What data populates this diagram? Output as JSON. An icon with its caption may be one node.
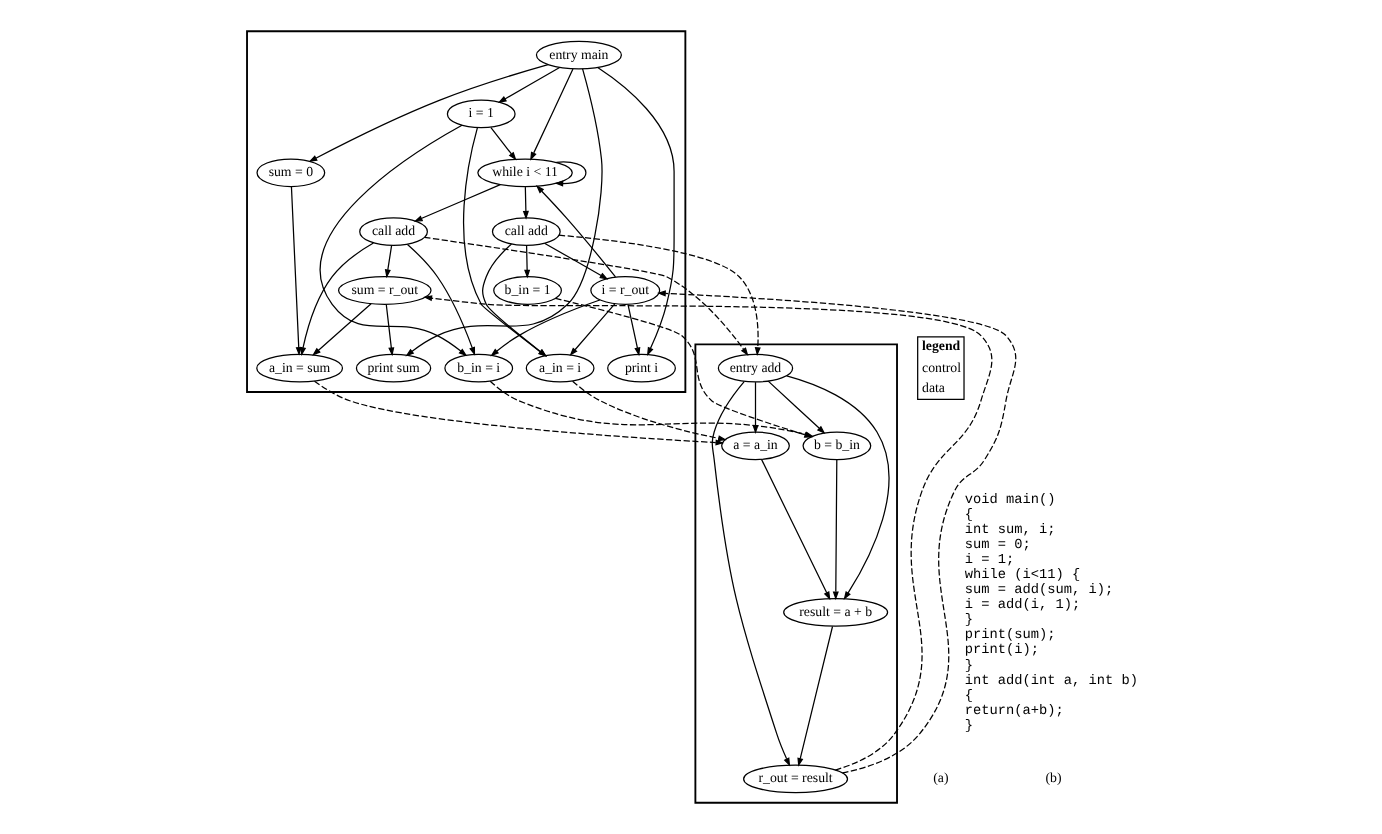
{
  "diagram": {
    "nodes": [
      {
        "text": [],
        "shape": "box"
      },
      {
        "text": [
          "entry main"
        ],
        "in": 0
      },
      {
        "text": [
          "sum = 0"
        ],
        "in": 0
      },
      {
        "text": [
          "i = 1"
        ],
        "in": 0
      },
      {
        "text": [
          "while i < 11"
        ],
        "in": 0
      },
      {
        "text": [
          "print sum"
        ],
        "in": 0
      },
      {
        "text": [
          "print i"
        ],
        "in": 0
      },
      {
        "text": [
          "call add"
        ],
        "in": 0
      },
      {
        "text": [
          "call add"
        ],
        "in": 0
      },
      {
        "text": [
          "a_in = sum"
        ],
        "in": 0
      },
      {
        "text": [
          "b_in = i"
        ],
        "in": 0
      },
      {
        "text": [
          "sum = r_out"
        ],
        "in": 0
      },
      {
        "text": [
          "a_in = i"
        ],
        "in": 0
      },
      {
        "text": [
          "b_in = 1"
        ],
        "in": 0
      },
      {
        "text": [
          "i = r_out"
        ],
        "in": 0
      },
      {
        "text": [],
        "shape": "box"
      },
      {
        "text": [
          "entry add"
        ],
        "in": 15
      },
      {
        "text": [
          "a = a_in"
        ],
        "in": 15
      },
      {
        "text": [
          "b = b_in"
        ],
        "in": 15
      },
      {
        "text": [
          "r_out = result"
        ],
        "in": 15
      },
      {
        "text": [
          "result = a + b"
        ],
        "in": 15
      }
    ],
    "edges": [
      {
        "from": 1,
        "to": 2,
        "arrow": "to"
      },
      {
        "from": 1,
        "to": 3,
        "arrow": "to"
      },
      {
        "from": 1,
        "to": 4,
        "arrow": "to"
      },
      {
        "from": 1,
        "to": 5,
        "arrow": "to"
      },
      {
        "from": 1,
        "to": 6,
        "arrow": "to"
      },
      {
        "from": 4,
        "to": 4,
        "arrow": "to"
      },
      {
        "from": 4,
        "to": 7,
        "arrow": "to"
      },
      {
        "from": 4,
        "to": 8,
        "arrow": "to"
      },
      {
        "from": 7,
        "to": 9,
        "arrow": "to"
      },
      {
        "from": 7,
        "to": 10,
        "arrow": "to"
      },
      {
        "from": 7,
        "to": 11,
        "arrow": "to"
      },
      {
        "from": 8,
        "to": 12,
        "arrow": "to"
      },
      {
        "from": 8,
        "to": 13,
        "arrow": "to"
      },
      {
        "from": 8,
        "to": 14,
        "arrow": "to"
      },
      {
        "from": 2,
        "to": 9,
        "arrow": "to"
      },
      {
        "from": 3,
        "to": 4,
        "arrow": "to"
      },
      {
        "from": 3,
        "to": 10,
        "arrow": "to"
      },
      {
        "from": 3,
        "to": 12,
        "arrow": "to"
      },
      {
        "from": 11,
        "to": 5,
        "arrow": "to"
      },
      {
        "from": 11,
        "to": 9,
        "arrow": "to"
      },
      {
        "from": 14,
        "to": 4,
        "arrow": "to"
      },
      {
        "from": 14,
        "to": 6,
        "arrow": "to"
      },
      {
        "from": 14,
        "to": 10,
        "arrow": "to"
      },
      {
        "from": 14,
        "to": 12,
        "arrow": "to"
      },
      {
        "from": 7,
        "to": 16,
        "arrow": "to",
        "style": "dashed"
      },
      {
        "from": 8,
        "to": 16,
        "arrow": "to",
        "style": "dashed"
      },
      {
        "from": 9,
        "to": 17,
        "arrow": "to",
        "style": "dashed"
      },
      {
        "from": 10,
        "to": 18,
        "arrow": "to",
        "style": "dashed"
      },
      {
        "from": 12,
        "to": 17,
        "arrow": "to",
        "style": "dashed"
      },
      {
        "from": 13,
        "to": 18,
        "arrow": "to",
        "style": "dashed"
      },
      {
        "from": 19,
        "to": 11,
        "arrow": "to",
        "style": "dashed"
      },
      {
        "from": 19,
        "to": 14,
        "arrow": "to",
        "style": "dashed"
      },
      {
        "from": 16,
        "to": 17,
        "arrow": "to"
      },
      {
        "from": 16,
        "to": 18,
        "arrow": "to"
      },
      {
        "from": 16,
        "to": 19,
        "arrow": "to"
      },
      {
        "from": 16,
        "to": 20,
        "arrow": "to"
      },
      {
        "from": 17,
        "to": 20,
        "arrow": "to"
      },
      {
        "from": 18,
        "to": 20,
        "arrow": "to"
      },
      {
        "from": 20,
        "to": 19,
        "arrow": "to"
      }
    ],
    "labels": [
      "legend",
      "void main()",
      "{",
      "int sum, i;",
      "sum = 0;",
      "i = 1;",
      "while (i<11) {",
      "sum = add(sum, i);",
      "i = add(i, 1);",
      "}",
      "print(sum);",
      "print(i);",
      "}",
      "int add(int a, int b)",
      "{",
      "return(a+b);",
      "}",
      "(a)",
      "(b)"
    ],
    "legend": [
      {
        "text": "control"
      },
      {
        "text": "data"
      }
    ]
  }
}
